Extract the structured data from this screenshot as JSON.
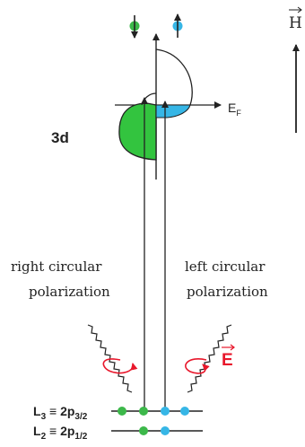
{
  "labels": {
    "magnetic_field": "H",
    "fermi_level": "E",
    "fermi_level_sub": "F",
    "d_band": "3d",
    "right_line1": "right circular",
    "right_line2": "polarization",
    "left_line1": "left circular",
    "left_line2": "polarization",
    "electric_field": "E",
    "l3_main": "L",
    "l3_sub": "3",
    "l3_mid": " ≡ 2p",
    "l3_sub2": "3/2",
    "l2_main": "L",
    "l2_sub": "2",
    "l2_mid": " ≡ 2p",
    "l2_sub2": "1/2"
  },
  "icons": {
    "spin_down": "arrow-down-icon",
    "spin_up": "arrow-up-icon",
    "right_helix": "circular-arrow-icon",
    "left_helix": "circular-arrow-icon"
  },
  "colors": {
    "spin_down_electron": "#3cb84a",
    "spin_up_electron": "#36b6e6",
    "d_band_fill": "#33c43f",
    "electric_field_label": "#e8172b",
    "polarization_arrows": "#e8172b",
    "lines": "#222222"
  }
}
